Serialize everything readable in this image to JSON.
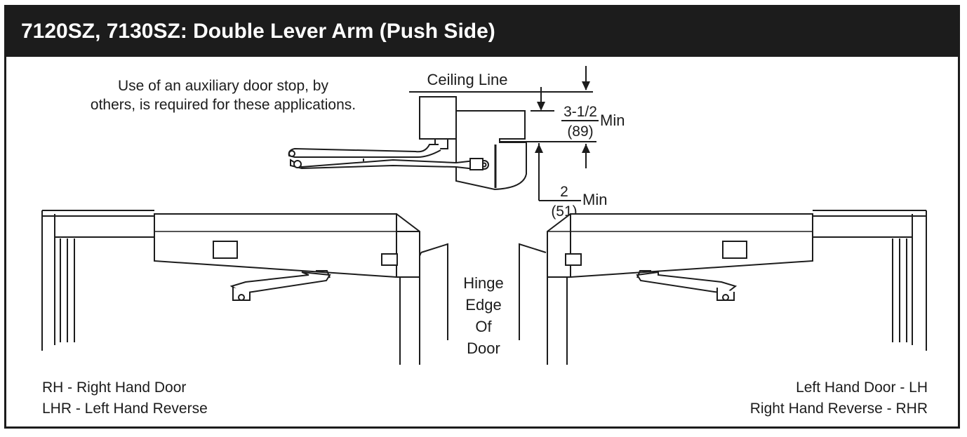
{
  "header": {
    "title": "7120SZ, 7130SZ: Double Lever Arm (Push Side)"
  },
  "note": {
    "line1": "Use of an auxiliary door stop, by",
    "line2": "others, is required for these applications."
  },
  "dimensions": {
    "ceiling_label": "Ceiling Line",
    "top_value": "3-1/2",
    "top_metric": "(89)",
    "top_suffix": "Min",
    "bottom_value": "2",
    "bottom_metric": "(51)",
    "bottom_suffix": "Min"
  },
  "center_label": {
    "line1": "Hinge",
    "line2": "Edge",
    "line3": "Of",
    "line4": "Door"
  },
  "left_caption": {
    "line1": "RH - Right Hand Door",
    "line2": "LHR - Left Hand Reverse"
  },
  "right_caption": {
    "line1": "Left Hand Door - LH",
    "line2": "Right Hand Reverse - RHR"
  }
}
